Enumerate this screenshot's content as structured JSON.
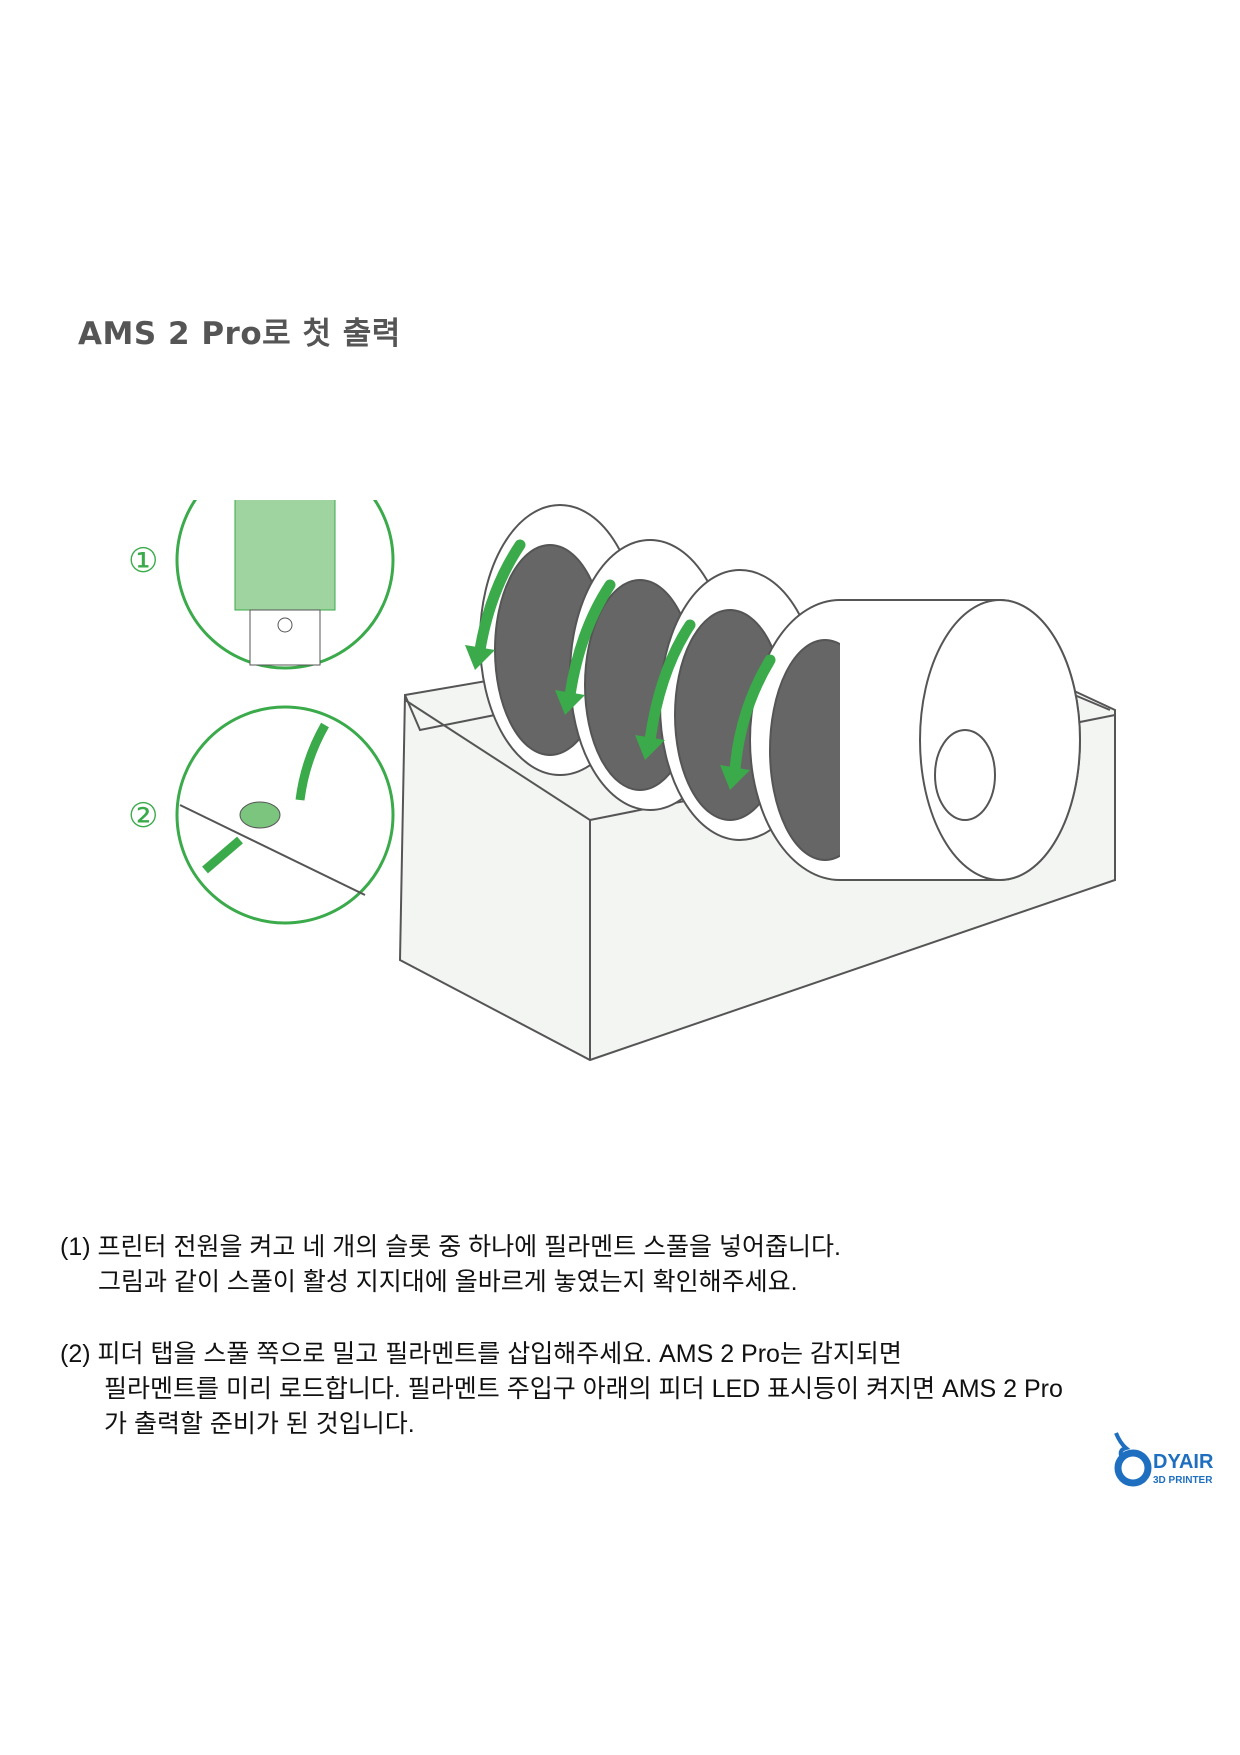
{
  "title": "AMS 2 Pro로 첫 출력",
  "illustration": {
    "callout_1": "①",
    "callout_2": "②",
    "accent_color": "#3aaa4a"
  },
  "steps": [
    {
      "number": "(1)",
      "line1": "프린터 전원을 켜고 네 개의 슬롯 중 하나에 필라멘트 스풀을 넣어줍니다.",
      "line2": "그림과 같이 스풀이 활성 지지대에 올바르게 놓였는지 확인해주세요."
    },
    {
      "number": "(2)",
      "line1": "피더 탭을 스풀 쪽으로 밀고 필라멘트를 삽입해주세요. AMS 2 Pro는 감지되면",
      "line2": "필라멘트를 미리 로드합니다. 필라멘트 주입구 아래의 피더 LED 표시등이 켜지면 AMS 2 Pro",
      "line3": "가 출력할 준비가 된 것입니다."
    }
  ],
  "logo": {
    "name": "DYAIR",
    "tagline": "3D PRINTER",
    "color": "#1f6fc0"
  }
}
